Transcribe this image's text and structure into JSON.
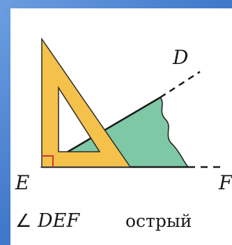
{
  "labels": {
    "vertex": "E",
    "ray_top_point": "D",
    "ray_right_point": "F"
  },
  "caption": {
    "angle_symbol": "∠",
    "angle_name": "DEF",
    "description": "острый"
  },
  "colors": {
    "background": "#4a80cf",
    "panel": "#ffffff",
    "triangle_ruler": "#f4c14a",
    "angle_fill": "#7ec8a6",
    "ink": "#1a1a1a",
    "right_angle_mark": "#d0343f"
  }
}
